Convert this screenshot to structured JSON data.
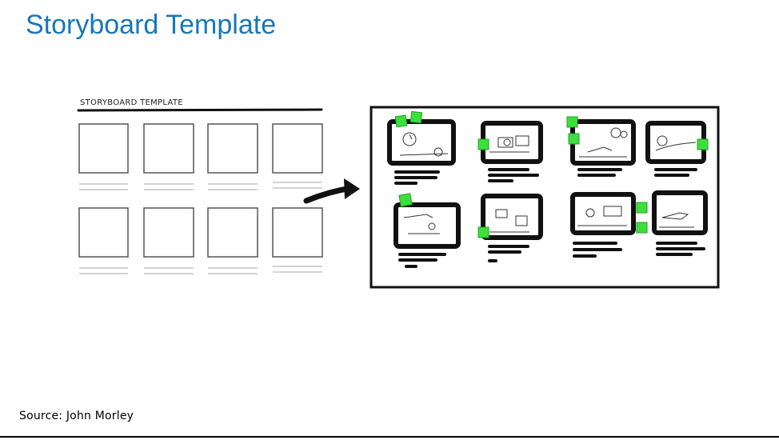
{
  "slide": {
    "title": "Storyboard Template",
    "source": "Source:  John Morley"
  },
  "template_sketch": {
    "heading": "STORYBOARD TEMPLATE"
  },
  "colors": {
    "title": "#1777b8",
    "sticky_note": "#3ddf3d",
    "ink": "#111111"
  }
}
